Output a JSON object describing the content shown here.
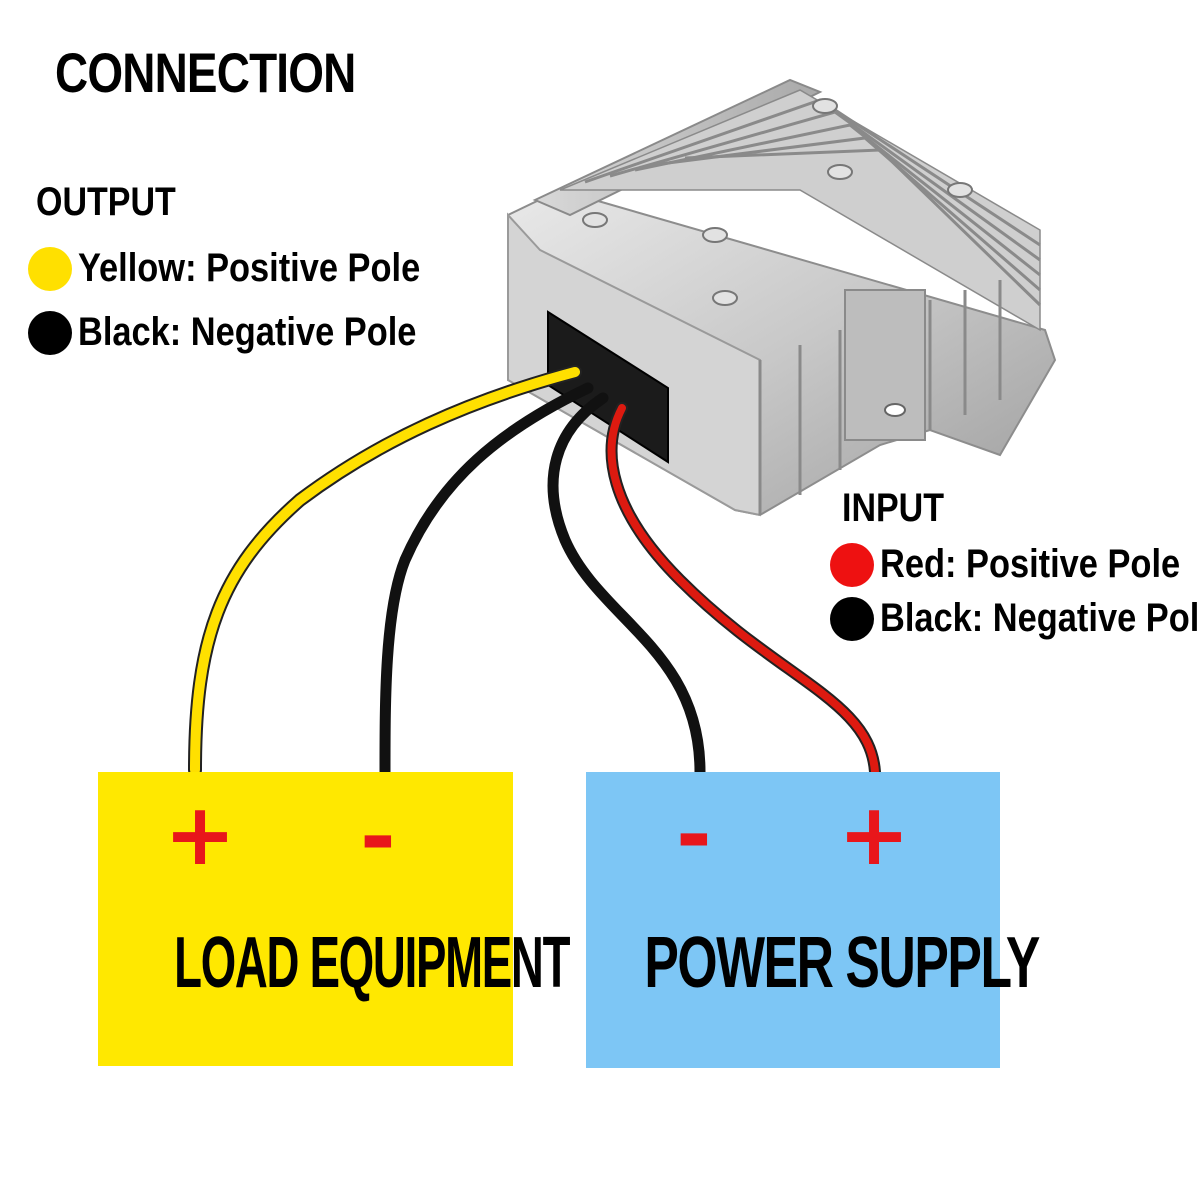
{
  "title": "CONNECTION",
  "output": {
    "heading": "OUTPUT",
    "items": [
      {
        "color": "#ffe000",
        "label": "Yellow: Positive Pole"
      },
      {
        "color": "#000000",
        "label": "Black: Negative Pole"
      }
    ]
  },
  "input": {
    "heading": "INPUT",
    "items": [
      {
        "color": "#ee1111",
        "label": "Red: Positive Pole"
      },
      {
        "color": "#000000",
        "label": "Black: Negative Pole"
      }
    ]
  },
  "load_box": {
    "label": "LOAD EQUIPMENT",
    "color": "#ffe800",
    "terminals": {
      "positive": "+",
      "negative": "-"
    }
  },
  "supply_box": {
    "label": "POWER SUPPLY",
    "color": "#7dc6f5",
    "terminals": {
      "negative": "-",
      "positive": "+"
    }
  },
  "wire_colors": {
    "output_positive": "#ffe000",
    "output_negative": "#111111",
    "input_negative": "#111111",
    "input_positive": "#dd1a10"
  },
  "device": "dc-dc-converter-heatsink"
}
